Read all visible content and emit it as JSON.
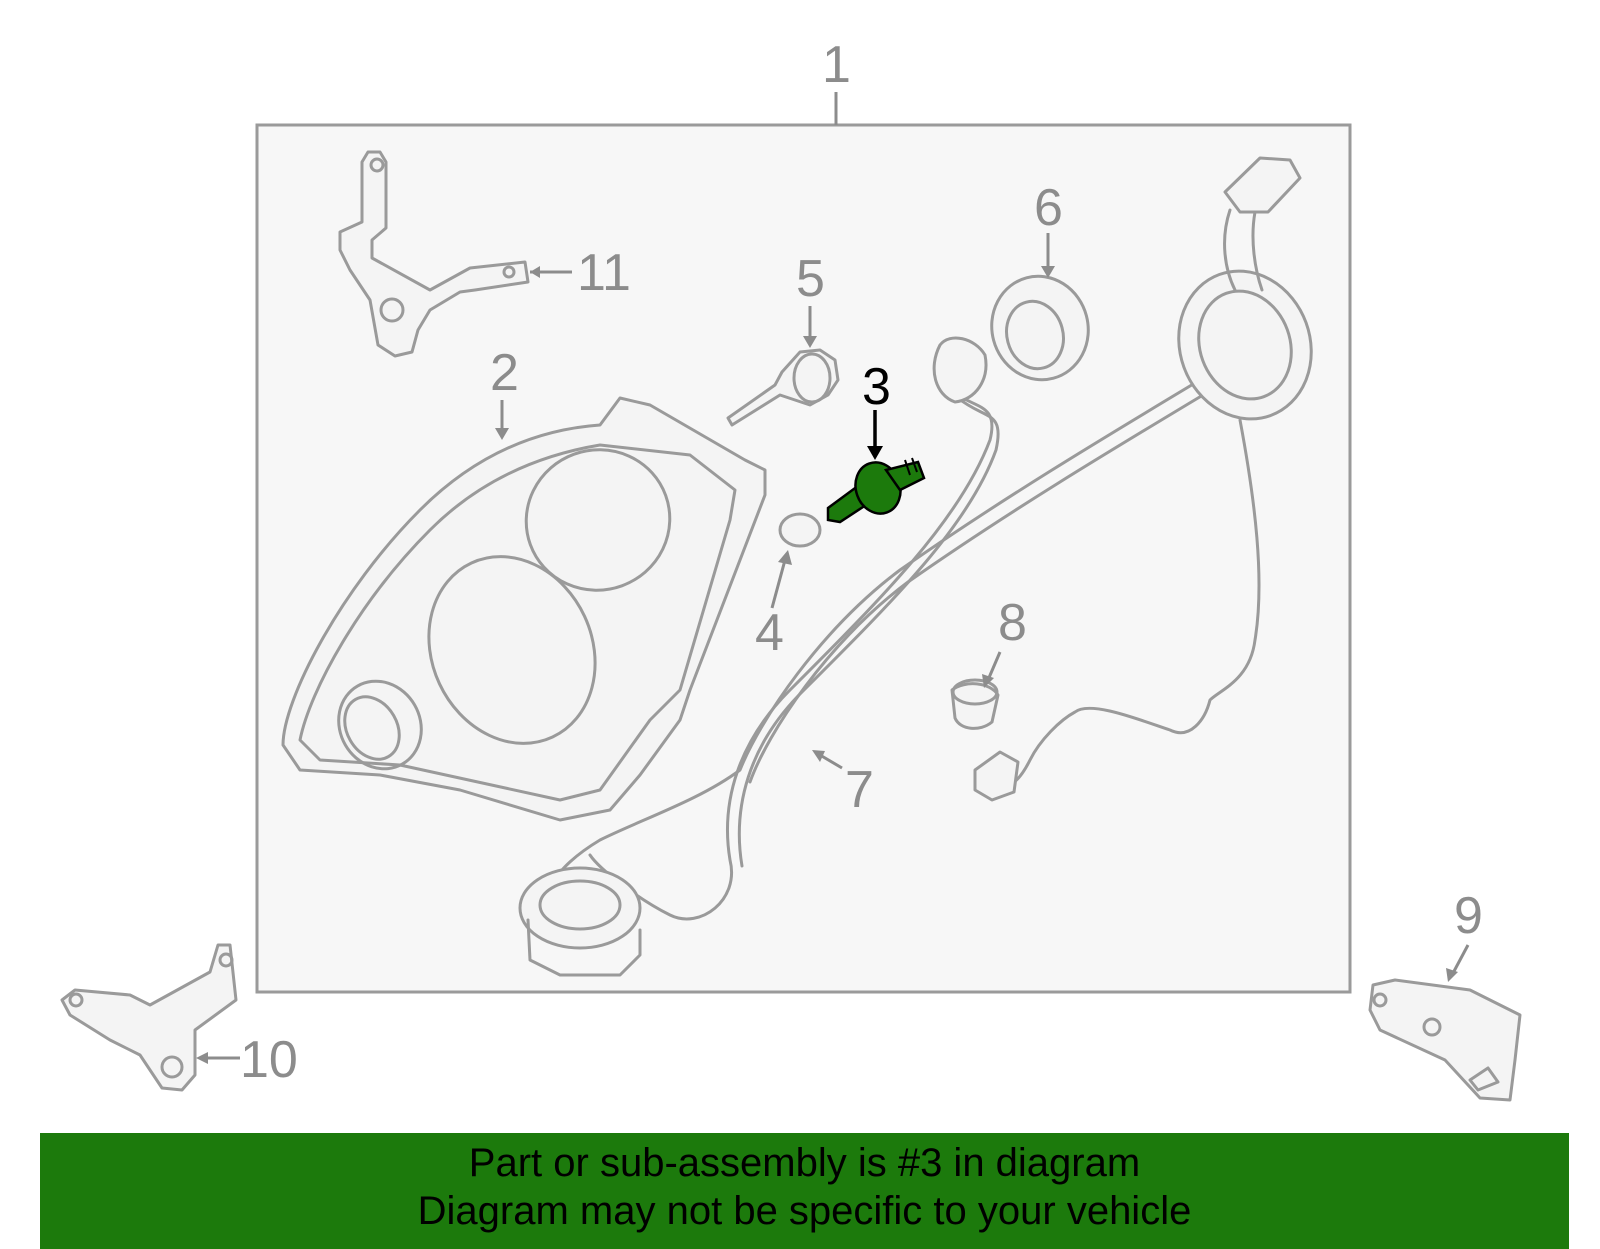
{
  "callouts": {
    "c1": "1",
    "c2": "2",
    "c3": "3",
    "c4": "4",
    "c5": "5",
    "c6": "6",
    "c7": "7",
    "c8": "8",
    "c9": "9",
    "c10": "10",
    "c11": "11"
  },
  "highlight_part": "3",
  "colors": {
    "highlight": "#1c7a0c",
    "outline": "#9a9a9a",
    "box_fill": "#f7f7f7",
    "banner": "#1c7a0c"
  },
  "banner": {
    "line1": "Part or sub-assembly is #3 in diagram",
    "line2": "Diagram may not be specific to your vehicle"
  }
}
